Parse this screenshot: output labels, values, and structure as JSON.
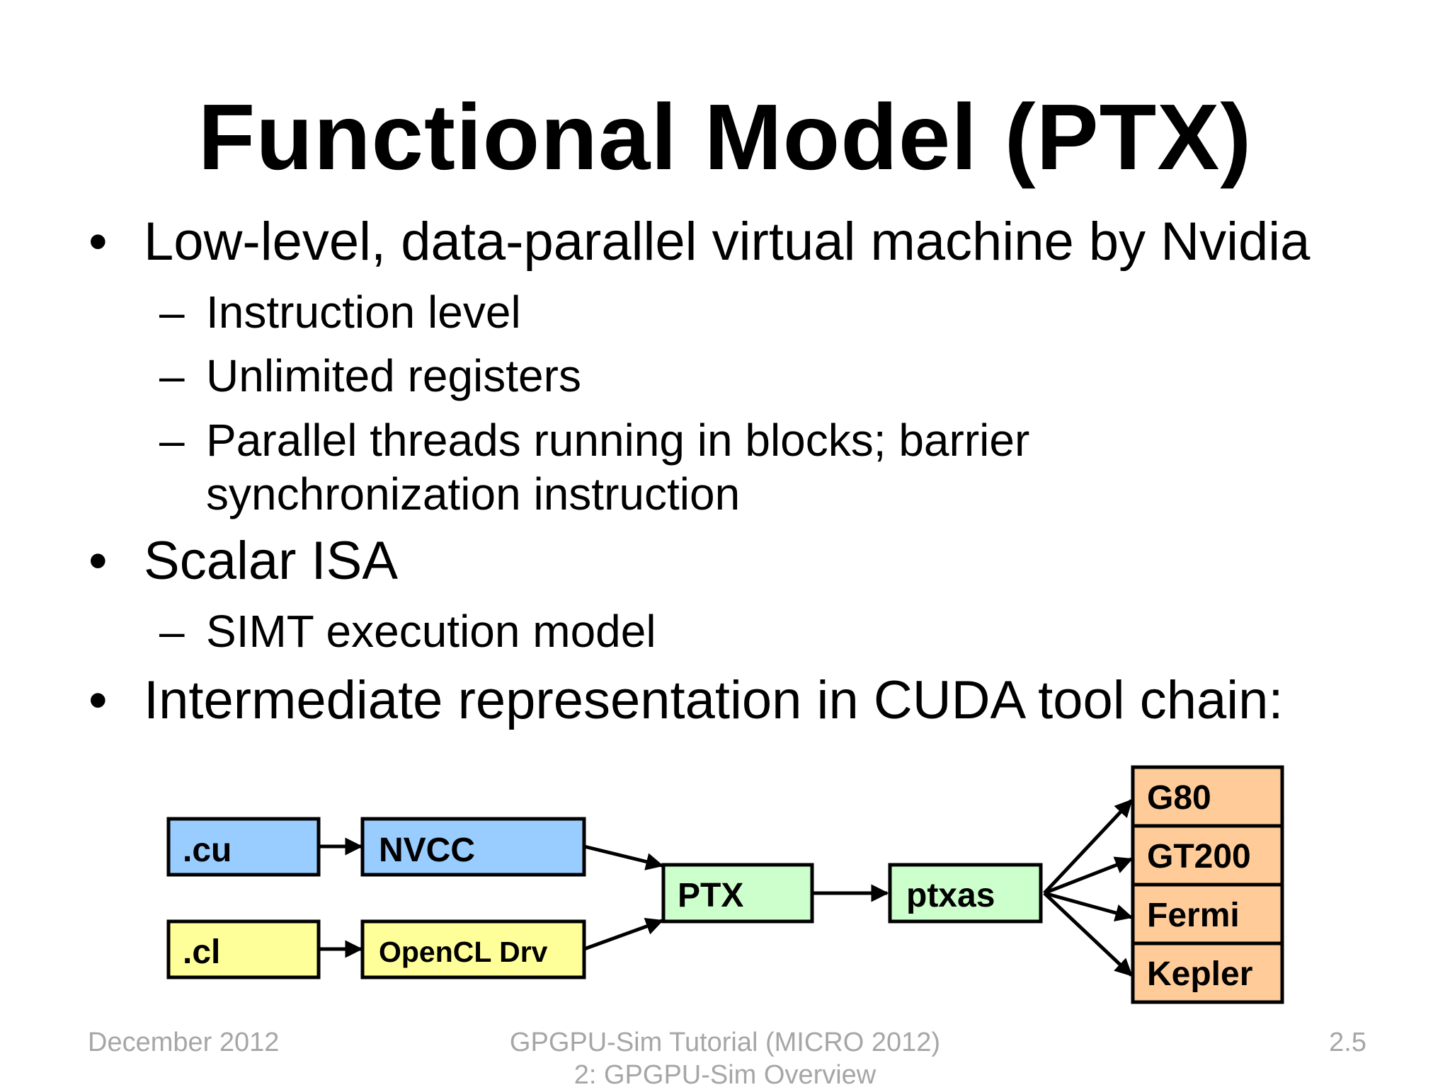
{
  "title": "Functional Model (PTX)",
  "bullets": [
    {
      "text": "Low-level, data-parallel virtual machine by Nvidia",
      "subs": [
        {
          "lines": [
            "Instruction level"
          ]
        },
        {
          "lines": [
            "Unlimited registers"
          ]
        },
        {
          "lines": [
            "Parallel threads running in blocks; barrier",
            "synchronization instruction"
          ]
        }
      ]
    },
    {
      "text": "Scalar ISA",
      "subs": [
        {
          "lines": [
            "SIMT execution model"
          ]
        }
      ]
    },
    {
      "text": "Intermediate representation in CUDA tool chain:",
      "subs": []
    }
  ],
  "bullet_symbol": "•",
  "sub_symbol": "–",
  "diagram": {
    "nodes": {
      "cu": ".cu",
      "nvcc": "NVCC",
      "cl": ".cl",
      "opencl_drv": "OpenCL Drv",
      "ptx": "PTX",
      "ptxas": "ptxas",
      "g80": "G80",
      "gt200": "GT200",
      "fermi": "Fermi",
      "kepler": "Kepler"
    },
    "colors": {
      "cuda": "#99ccff",
      "opencl": "#ffff99",
      "ptx": "#ccffcc",
      "targets": "#ffcc99"
    }
  },
  "footer": {
    "left": "December 2012",
    "center_line1": "GPGPU-Sim Tutorial (MICRO 2012)",
    "center_line2": "2: GPGPU-Sim Overview",
    "right": "2.5"
  }
}
